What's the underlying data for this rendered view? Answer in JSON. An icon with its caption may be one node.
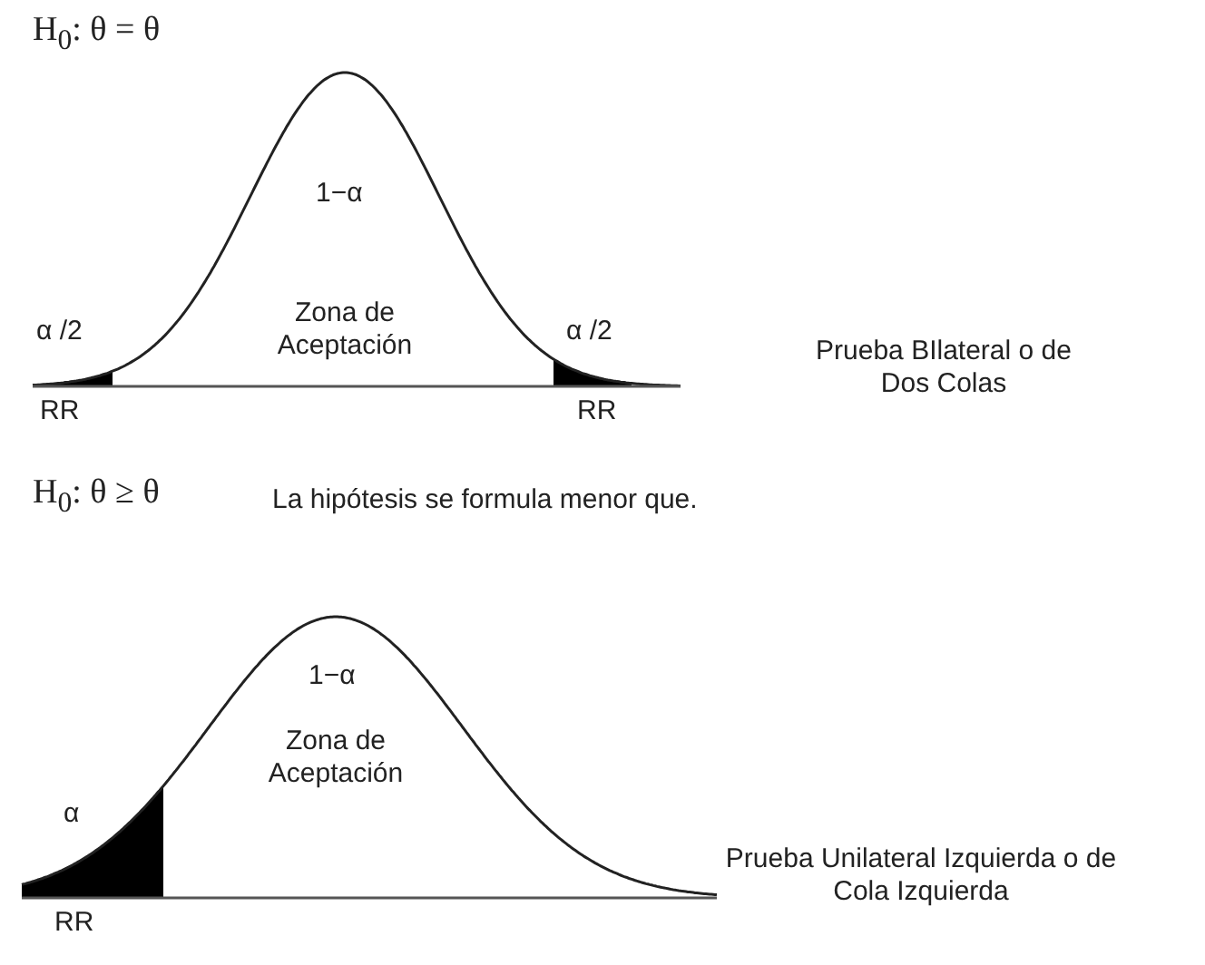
{
  "diagram": {
    "labels": [
      "H$_{0}$: θ = θ",
      "1−α",
      "α /2",
      "Zona de Aceptación",
      "α /2",
      "Prueba BIlateral o de Dos Colas",
      "RR",
      "RR",
      "H$_{0}$: θ ≥ θ",
      "La hipótesis se formula menor que.",
      "1−α",
      "Zona de Aceptación",
      "α",
      "Prueba Unilateral Izquierda o de Cola Izquierda",
      "RR"
    ]
  }
}
